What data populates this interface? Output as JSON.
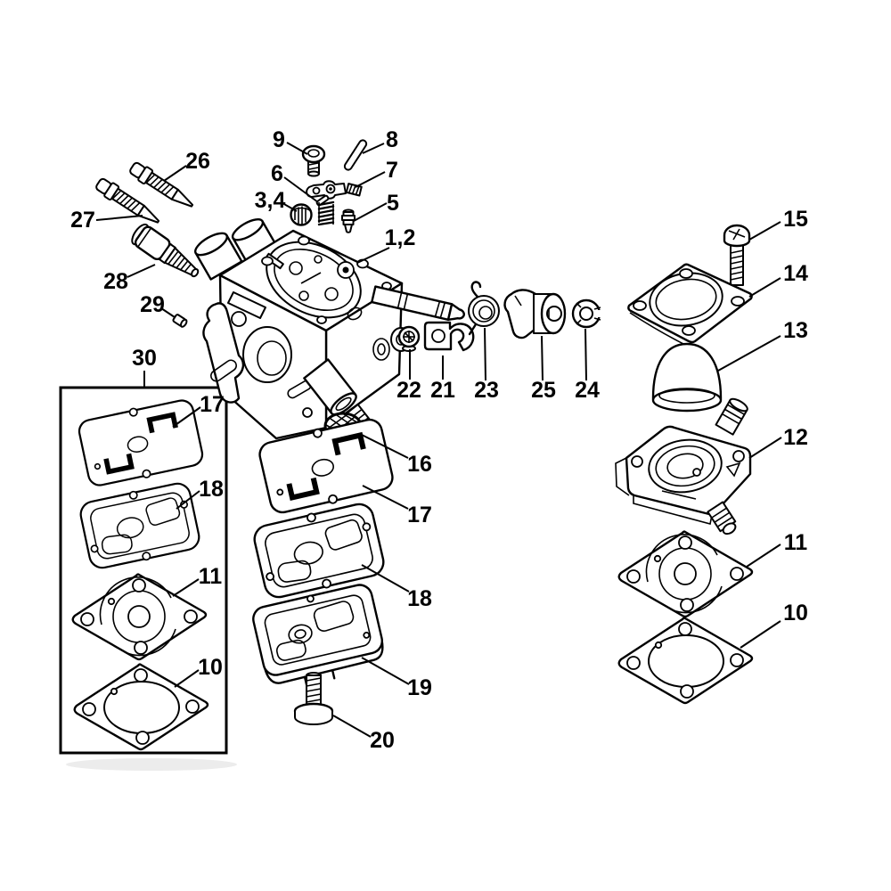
{
  "colors": {
    "line": "#000000",
    "background": "#ffffff",
    "shadow": "#ececec"
  },
  "figure": {
    "type": "exploded-parts-diagram",
    "callouts": [
      {
        "label": "9"
      },
      {
        "label": "8"
      },
      {
        "label": "7"
      },
      {
        "label": "6"
      },
      {
        "label": "3,4"
      },
      {
        "label": "5"
      },
      {
        "label": "26"
      },
      {
        "label": "27"
      },
      {
        "label": "28"
      },
      {
        "label": "29"
      },
      {
        "label": "1,2"
      },
      {
        "label": "30"
      },
      {
        "label": "15"
      },
      {
        "label": "14"
      },
      {
        "label": "13"
      },
      {
        "label": "12"
      },
      {
        "label": "11"
      },
      {
        "label": "10"
      },
      {
        "label": "22"
      },
      {
        "label": "21"
      },
      {
        "label": "23"
      },
      {
        "label": "25"
      },
      {
        "label": "24"
      },
      {
        "label": "16"
      },
      {
        "label": "17"
      },
      {
        "label": "18"
      },
      {
        "label": "19"
      },
      {
        "label": "20"
      },
      {
        "label": "17"
      },
      {
        "label": "18"
      },
      {
        "label": "11"
      },
      {
        "label": "10"
      }
    ]
  }
}
